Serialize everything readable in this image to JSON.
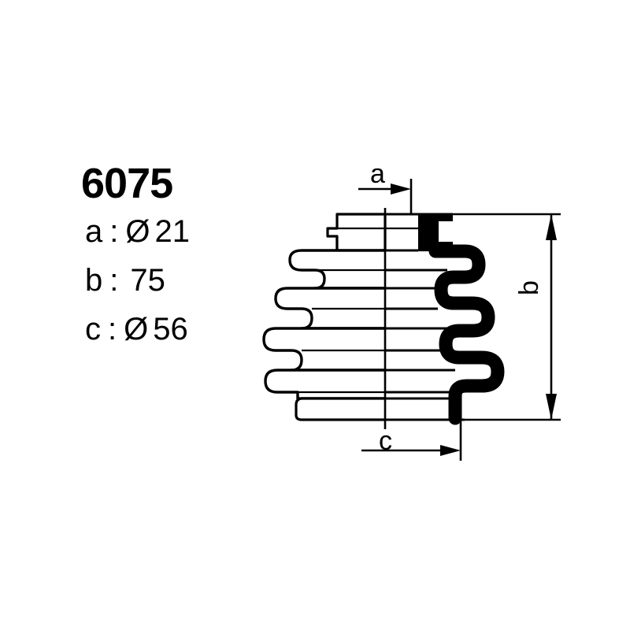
{
  "part": {
    "number": "6075"
  },
  "specs": [
    {
      "key": "a",
      "separator": ":",
      "symbol": "Ø",
      "value": "21"
    },
    {
      "key": "b",
      "separator": ":",
      "symbol": "",
      "value": "75"
    },
    {
      "key": "c",
      "separator": ":",
      "symbol": "Ø",
      "value": "56"
    }
  ],
  "dimensions": {
    "a_label": "a",
    "b_label": "b",
    "c_label": "c"
  },
  "drawing": {
    "title": "cv-joint-boot-cross-section",
    "line_color": "#000000",
    "fill_color": "#ffffff",
    "section_fill": "#000000",
    "background": "#ffffff"
  }
}
